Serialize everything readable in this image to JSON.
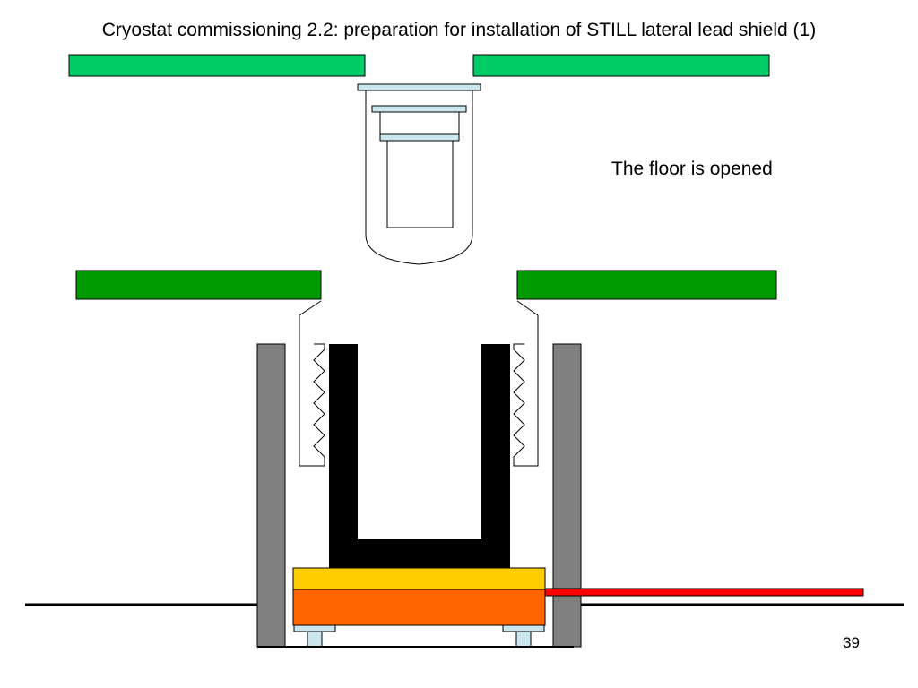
{
  "slide": {
    "title": "Cryostat commissioning 2.2: preparation for installation of STILL lateral lead shield (1)",
    "annotation": "The floor is opened",
    "page_number": "39"
  },
  "colors": {
    "upper_floor": "#00CC66",
    "lower_floor": "#009900",
    "plate": "#CCE6F0",
    "side_wall": "#808080",
    "inner_shield": "#000000",
    "yellow_block": "#FFCC00",
    "orange_block": "#FF6600",
    "red_pipe": "#FF0000",
    "outline": "#000000"
  }
}
